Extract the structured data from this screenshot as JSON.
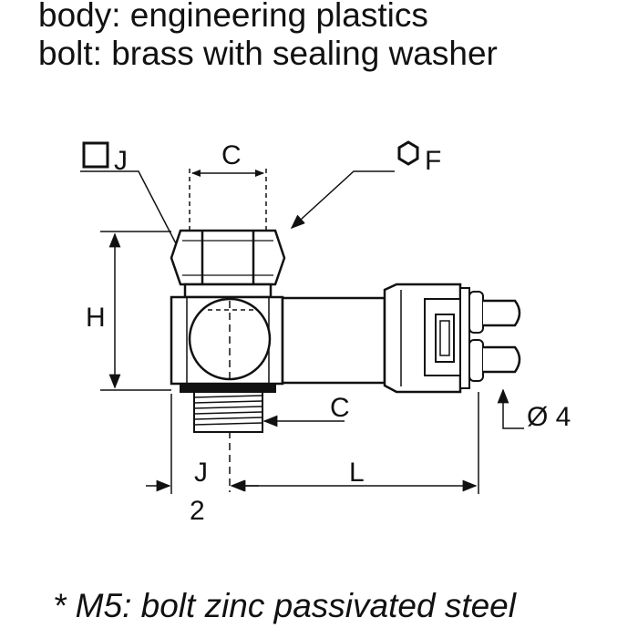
{
  "header": {
    "line1": "body: engineering plastics",
    "line2": "bolt: brass with sealing washer"
  },
  "footnote": "* M5: bolt zinc passivated steel",
  "labels": {
    "square_j": "J",
    "hex_f": "F",
    "c_top": "C",
    "h": "H",
    "c_thread": "C",
    "diameter": "Ø 4",
    "j_bottom": "J",
    "two": "2",
    "l": "L"
  }
}
